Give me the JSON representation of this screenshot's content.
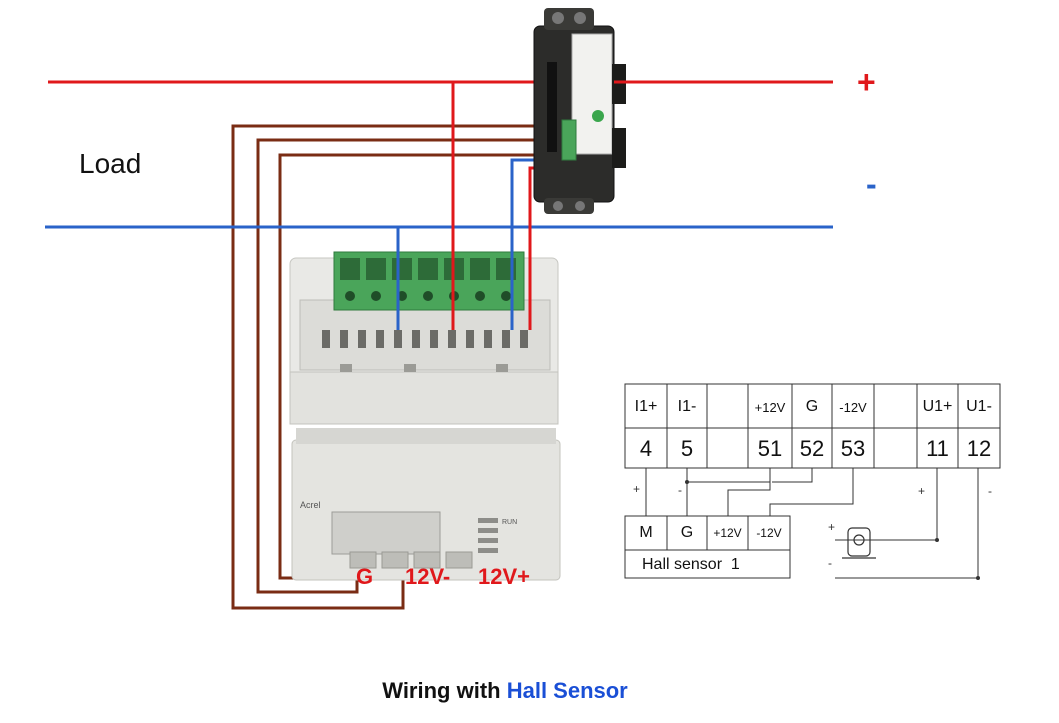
{
  "labels": {
    "load": "Load",
    "plus": "+",
    "minus": "-",
    "meter_g": "G",
    "meter_12v_minus": "12V-",
    "meter_12v_plus": "12V+"
  },
  "terminal_table": {
    "headers": [
      "I1+",
      "I1-",
      "",
      "+12V",
      "G",
      "-12V",
      "",
      "U1+",
      "U1-"
    ],
    "numbers": [
      "4",
      "5",
      "",
      "51",
      "52",
      "53",
      "",
      "11",
      "12"
    ]
  },
  "schematic": {
    "sign_plus_1": "+",
    "sign_minus_1": "-",
    "sign_plus_2": "+",
    "sign_minus_2": "-",
    "sensor_sign_plus": "+",
    "sensor_sign_minus": "-"
  },
  "hall_box": {
    "cells": [
      "M",
      "G",
      "+12V",
      "-12V"
    ],
    "name": "Hall sensor  1"
  },
  "meter_panel": {
    "brand": "Acrel",
    "led_run": "RUN"
  },
  "caption": {
    "prefix": "Wiring with ",
    "highlight": "Hall Sensor"
  },
  "colors": {
    "positive_line": "#e0181b",
    "negative_line": "#2a63c9",
    "signal_wire": "#7a2c14",
    "terminal_green": "#4aa55a",
    "caption_highlight": "#1a4fd6"
  }
}
